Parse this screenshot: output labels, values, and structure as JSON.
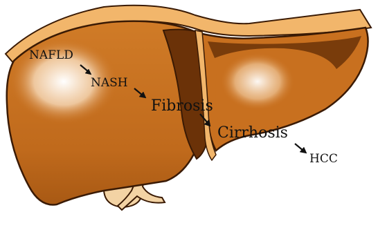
{
  "stages": [
    "NAFLD",
    "NASH",
    "Fibrosis",
    "Cirrhosis",
    "HCC"
  ],
  "colors": {
    "liver_main": "#c8701f",
    "liver_dark": "#6b3208",
    "liver_edge": "#3a1a04",
    "rim_light": "#f2b66b",
    "gallbladder": "#f3d3a4",
    "highlight": "#ffffff",
    "text": "#111111"
  },
  "icons": [
    "liver-illustration",
    "gallbladder",
    "progression-arrow"
  ]
}
